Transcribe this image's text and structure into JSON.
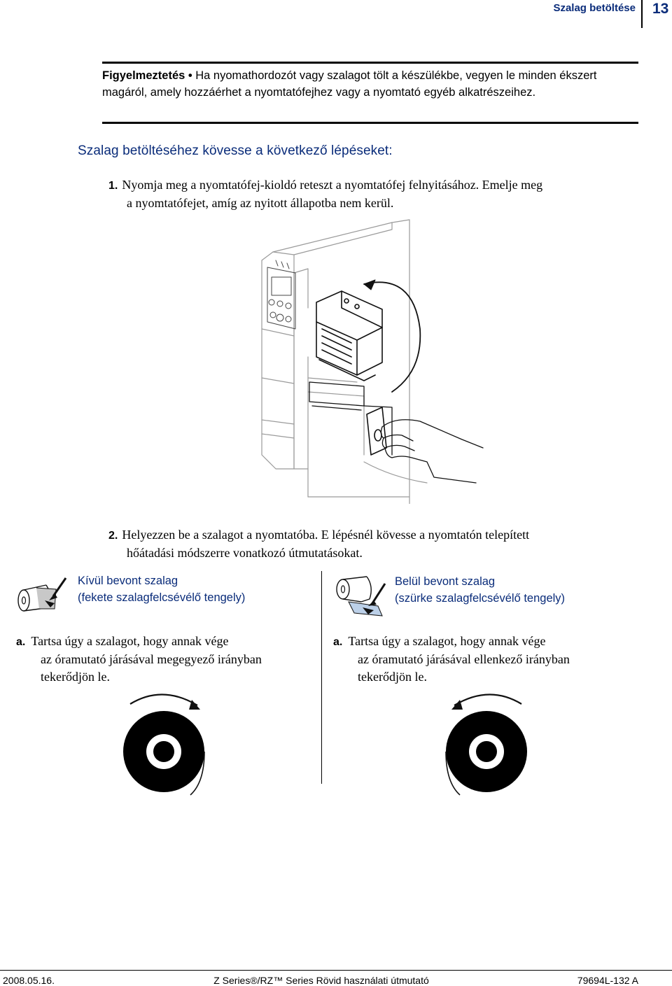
{
  "header": {
    "section_title": "Szalag betöltése",
    "page_number": "13"
  },
  "warning": {
    "lead": "Figyelmeztetés •",
    "text": " Ha nyomathordozót vagy szalagot tölt a készülékbe, vegyen le minden ékszert magáról, amely hozzáérhet a nyomtatófejhez vagy a nyomtató egyéb alkatrészeihez."
  },
  "section_heading": "Szalag betöltéséhez kövesse a következő lépéseket:",
  "steps": [
    {
      "number": "1.",
      "line1": "Nyomja meg a nyomtatófej-kioldó reteszt a nyomtatófej felnyitásához. Emelje meg",
      "line2": "a nyomtatófejet, amíg az nyitott állapotba nem kerül."
    },
    {
      "number": "2.",
      "line1": "Helyezzen be a szalagot a nyomtatóba. E lépésnél kövesse a nyomtatón telepített",
      "line2": "hőátadási módszerre vonatkozó útmutatásokat."
    }
  ],
  "columns": {
    "left": {
      "heading_line1": "Kívül bevont szalag",
      "heading_line2": "(fekete szalagfelcsévélő tengely)",
      "sub_letter": "a.",
      "sub_line1": "Tartsa úgy a szalagot, hogy annak vége",
      "sub_line2": "az óramutató járásával megegyező irányban",
      "sub_line3": "tekerődjön le."
    },
    "right": {
      "heading_line1": "Belül bevont szalag",
      "heading_line2": "(szürke szalagfelcsévélő tengely)",
      "sub_letter": "a.",
      "sub_line1": "Tartsa úgy a szalagot, hogy annak vége",
      "sub_line2": "az óramutató járásával ellenkező irányban",
      "sub_line3": "tekerődjön le."
    }
  },
  "footer": {
    "date": "2008.05.16.",
    "title": "Z Series®/RZ™ Series Rövid használati útmutató",
    "code": "79694L-132 A"
  },
  "colors": {
    "heading_blue": "#0a2c7a",
    "rule_black": "#000000",
    "printer_line": "#8a8a8a"
  }
}
